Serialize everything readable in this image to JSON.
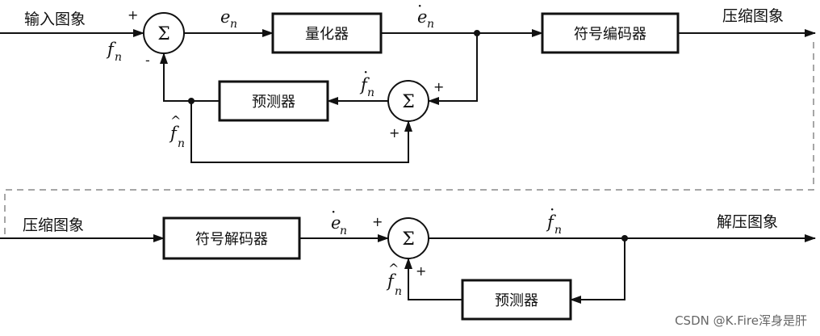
{
  "encoder": {
    "input_label": "输入图象",
    "output_label": "压缩图象",
    "quantizer": "量化器",
    "symbol_encoder": "符号编码器",
    "predictor": "预测器",
    "sum_symbol": "Σ",
    "plus": "+",
    "minus": "-",
    "f": "f",
    "e": "e",
    "n": "n",
    "dot": "·",
    "hat": "^"
  },
  "decoder": {
    "input_label": "压缩图象",
    "output_label": "解压图象",
    "symbol_decoder": "符号解码器",
    "predictor": "预测器",
    "sum_symbol": "Σ",
    "plus": "+",
    "f": "f",
    "e": "e",
    "n": "n",
    "dot": "·",
    "hat": "^"
  },
  "watermark": "CSDN @K.Fire浑身是肝"
}
